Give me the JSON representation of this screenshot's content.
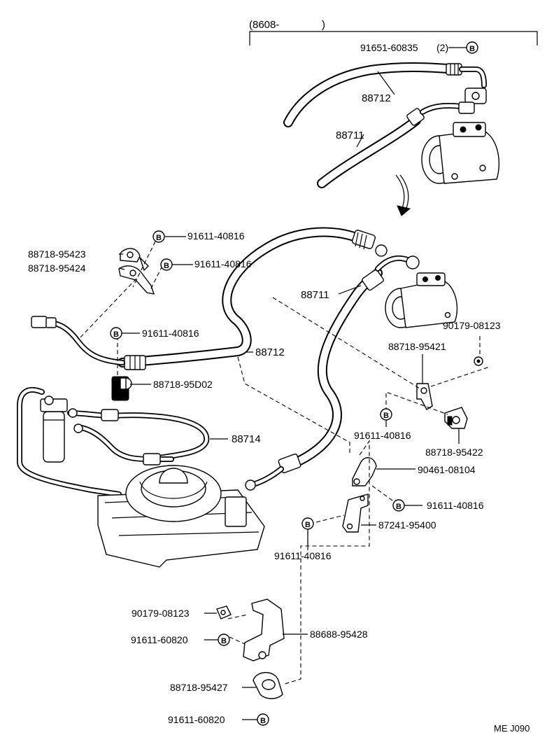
{
  "header": {
    "prefix": "(8608-",
    "suffix": ")"
  },
  "bolt_marker": "B",
  "diagram_code": "ME J090",
  "labels": {
    "top_91651": "91651-60835",
    "top_qty": "(2)",
    "top_88712": "88712",
    "top_88711": "88711",
    "l_91611_a": "91611-40816",
    "l_88718_95423": "88718-95423",
    "l_88718_95424": "88718-95424",
    "l_91611_b": "91611-40816",
    "l_91611_c": "91611-40816",
    "l_88718_95D02": "88718-95D02",
    "l_88714": "88714",
    "m_88712": "88712",
    "m_88711": "88711",
    "r_90179_a": "90179-08123",
    "r_88718_95421": "88718-95421",
    "r_91611_d": "91611-40816",
    "r_88718_95422": "88718-95422",
    "r_90461": "90461-08104",
    "r_91611_e": "91611-40816",
    "r_87241": "87241-95400",
    "r_91611_f": "91611-40816",
    "b_90179_b": "90179-08123",
    "b_91611_60820_a": "91611-60820",
    "b_88688": "88688-95428",
    "b_88718_95427": "88718-95427",
    "b_91611_60820_b": "91611-60820"
  }
}
